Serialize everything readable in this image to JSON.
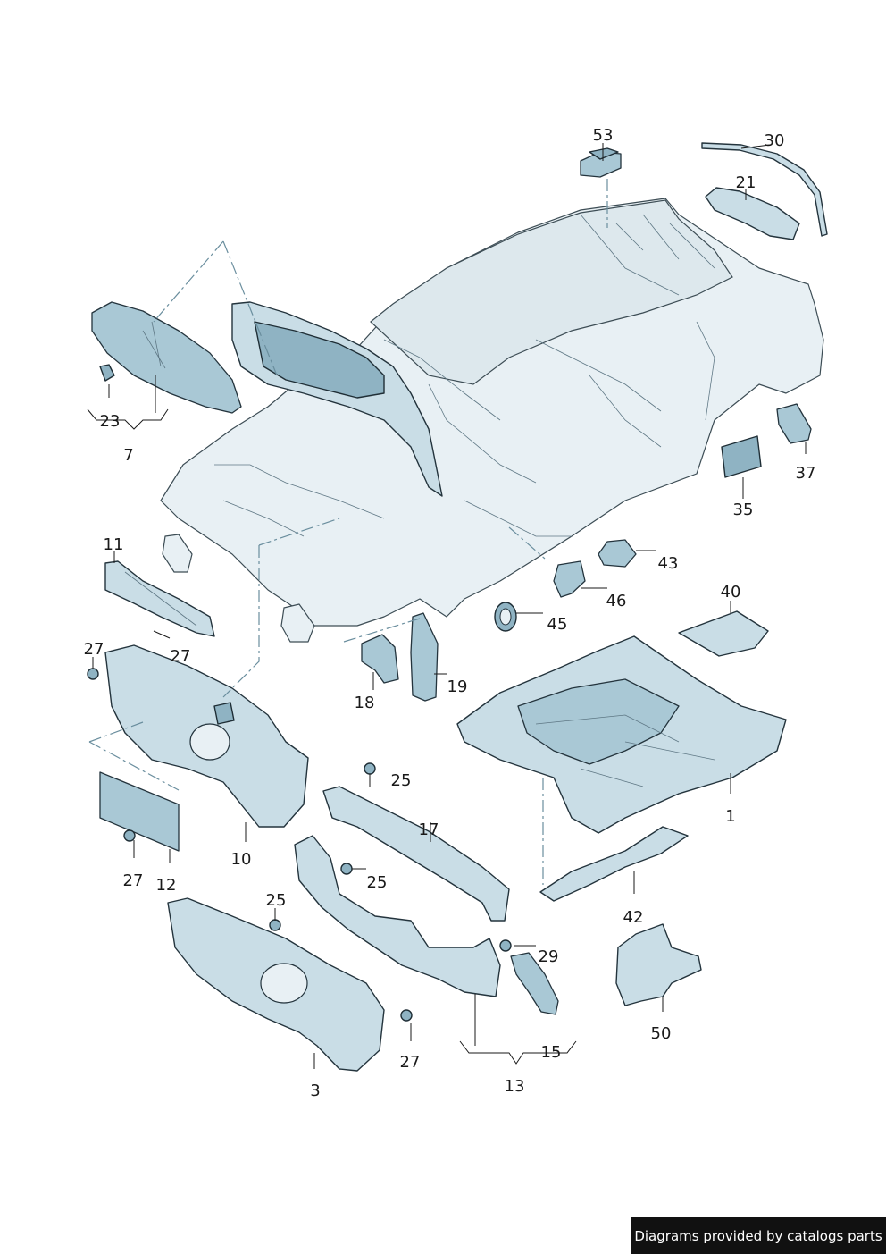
{
  "callouts": {
    "c53": "53",
    "c30": "30",
    "c21": "21",
    "c23": "23",
    "c7": "7",
    "c37": "37",
    "c35": "35",
    "c11": "11",
    "c43": "43",
    "c46": "46",
    "c45": "45",
    "c40": "40",
    "c27a": "27",
    "c27b": "27",
    "c18": "18",
    "c19": "19",
    "c1": "1",
    "c25a": "25",
    "c10": "10",
    "c17": "17",
    "c27c": "27",
    "c12": "12",
    "c25b": "25",
    "c42": "42",
    "c25c": "25",
    "c29": "29",
    "c50": "50",
    "c27d": "27",
    "c15": "15",
    "c3": "3",
    "c13": "13"
  },
  "footer": {
    "text": "Diagrams provided by catalogs parts"
  },
  "colors": {
    "part_fill": "#c9dde6",
    "part_dark": "#8fb3c3",
    "outline": "#24343d",
    "dash_line": "#6a8e9e"
  }
}
